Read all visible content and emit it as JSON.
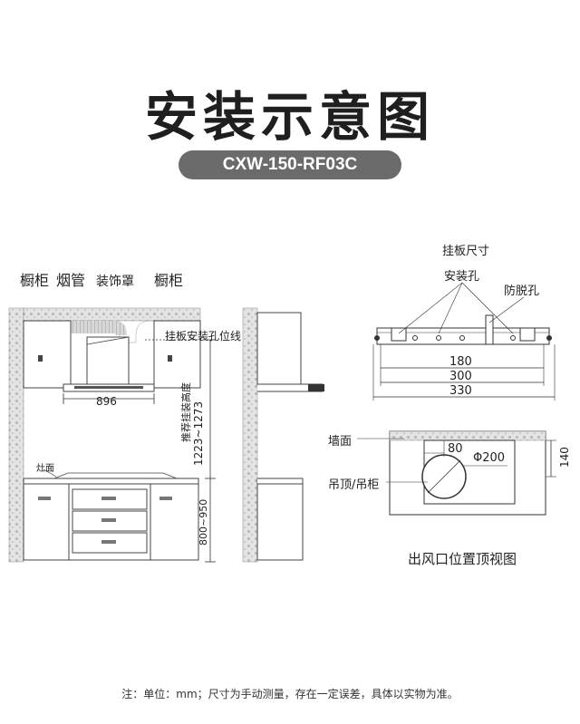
{
  "title": "安装示意图",
  "model": "CXW-150-RF03C",
  "front_view": {
    "cabinet_label": "橱柜",
    "pipe_label": "烟管",
    "cover_label": "装饰罩",
    "cabinet_label_right": "橱柜",
    "mount_hole_line": "挂板安装孔位线",
    "width_dim": "896",
    "height_label": "推荐挂装高度",
    "height_dim": "1223~1273",
    "stove_label": "灶面",
    "counter_dim": "800~950"
  },
  "bracket": {
    "title": "挂板尺寸",
    "mount_hole": "安装孔",
    "anti_drop_hole": "防脱孔",
    "dims": [
      "180",
      "300",
      "330"
    ]
  },
  "top_view": {
    "wall_label": "墙面",
    "ceiling_label": "吊顶/吊柜",
    "dim_80": "80",
    "dim_diameter": "Φ200",
    "dim_140": "140",
    "caption": "出风口位置顶视图"
  },
  "footnote": "注：单位：mm；尺寸为手动测量，存在一定误差，具体以实物为准。"
}
